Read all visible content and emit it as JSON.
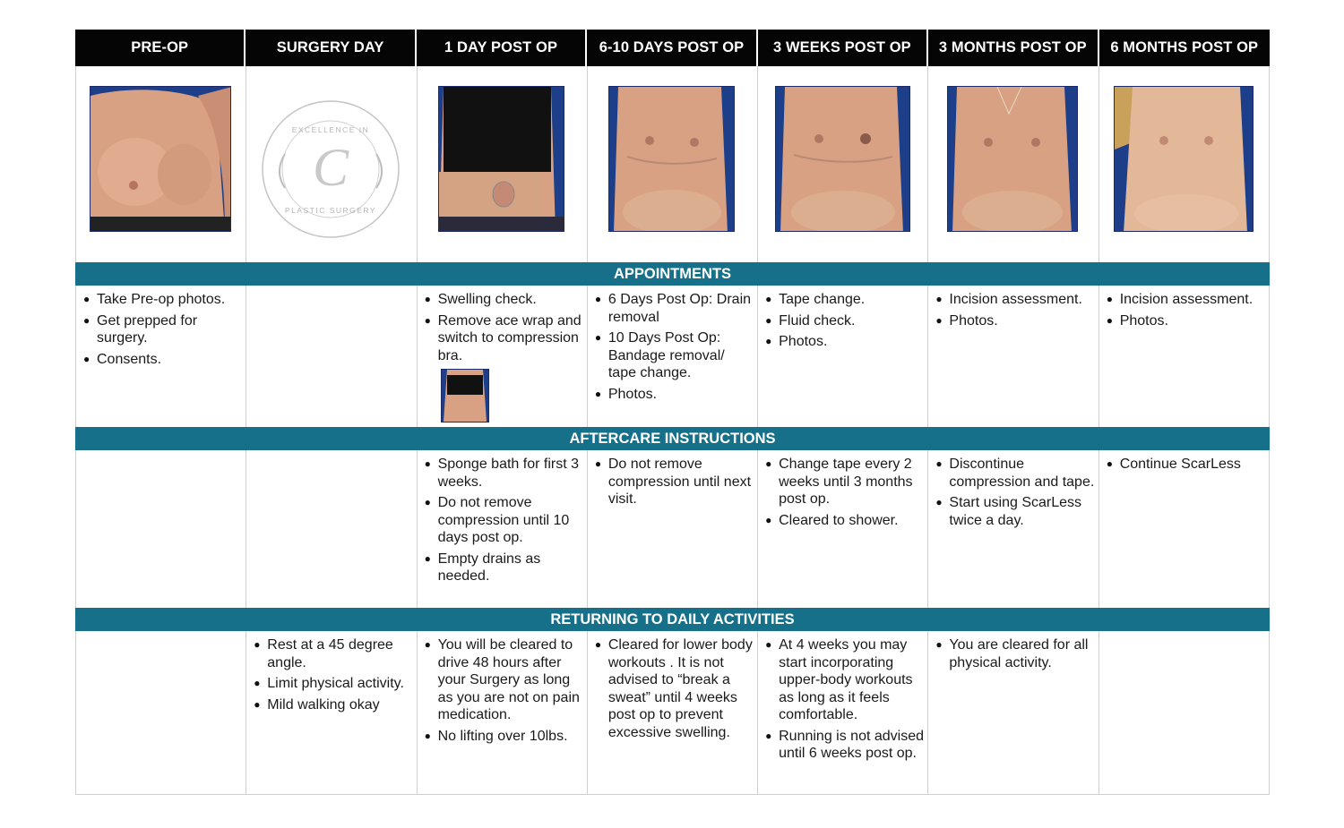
{
  "columns": [
    "PRE-OP",
    "SURGERY DAY",
    "1 DAY POST OP",
    "6-10 DAYS POST OP",
    "3 WEEKS POST OP",
    "3 MONTHS POST OP",
    "6 MONTHS POST OP"
  ],
  "logo": {
    "top_text": "EXCELLENCE IN",
    "bottom_text": "PLASTIC SURGERY",
    "letter": "C"
  },
  "sections": {
    "appointments": {
      "title": "APPOINTMENTS",
      "cells": [
        [
          "Take Pre-op photos.",
          "Get prepped for surgery.",
          "Consents."
        ],
        [],
        [
          "Swelling check.",
          "Remove ace wrap and switch to compression bra."
        ],
        [
          "6 Days Post Op: Drain removal",
          "10 Days Post Op: Bandage removal/ tape change.",
          "Photos."
        ],
        [
          "Tape change.",
          "Fluid check.",
          "Photos."
        ],
        [
          "Incision assessment.",
          "Photos."
        ],
        [
          "Incision assessment.",
          "Photos."
        ]
      ]
    },
    "aftercare": {
      "title": "AFTERCARE INSTRUCTIONS",
      "cells": [
        [],
        [],
        [
          "Sponge bath for first 3 weeks.",
          "Do not remove compression until 10 days post op.",
          "Empty drains as needed."
        ],
        [
          "Do not remove compression until next visit."
        ],
        [
          "Change tape every 2 weeks until 3 months post op.",
          "Cleared to shower."
        ],
        [
          "Discontinue compression and tape.",
          "Start using ScarLess twice a day."
        ],
        [
          "Continue ScarLess"
        ]
      ]
    },
    "activities": {
      "title": "RETURNING TO DAILY ACTIVITIES",
      "cells": [
        [],
        [
          "Rest at a 45 degree angle.",
          "Limit physical activity.",
          "Mild walking okay"
        ],
        [
          "You will be cleared to drive 48 hours after your Surgery as long as you are not on pain medication.",
          "No lifting over 10lbs."
        ],
        [
          "Cleared for lower body workouts .  It is not advised to “break a sweat” until 4 weeks post op to prevent excessive swelling."
        ],
        [
          "At 4 weeks you may start incorporating upper-body workouts as long as it feels comfortable.",
          "Running is not advised until 6 weeks post op."
        ],
        [
          "You are cleared for all physical activity."
        ],
        []
      ]
    }
  },
  "colors": {
    "header_bg": "#050505",
    "band_bg": "#17708a",
    "photo_bg": "#1d3f8a",
    "skin": "#d9a184"
  }
}
